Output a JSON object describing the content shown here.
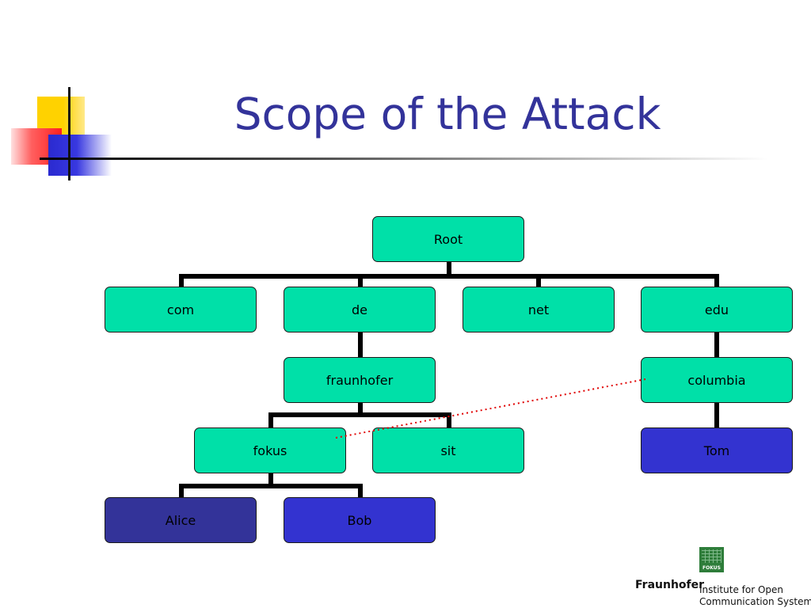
{
  "slide": {
    "title": "Scope of the Attack"
  },
  "tree": {
    "root": "Root",
    "tld": {
      "com": "com",
      "de": "de",
      "net": "net",
      "edu": "edu"
    },
    "fraunhofer": "fraunhofer",
    "columbia": "columbia",
    "fokus": "fokus",
    "sit": "sit",
    "tom": "Tom",
    "alice": "Alice",
    "bob": "Bob"
  },
  "colors": {
    "node_fill": "#00e0a8",
    "alice_fill": "#333399",
    "bob_tom_fill": "#3333d0",
    "attack_line": "#e00000",
    "title": "#33339a"
  },
  "logo": {
    "badge": "FOKUS",
    "org": "Fraunhofer",
    "institute_line1": "Institute for Open",
    "institute_line2": "Communication Systems"
  }
}
